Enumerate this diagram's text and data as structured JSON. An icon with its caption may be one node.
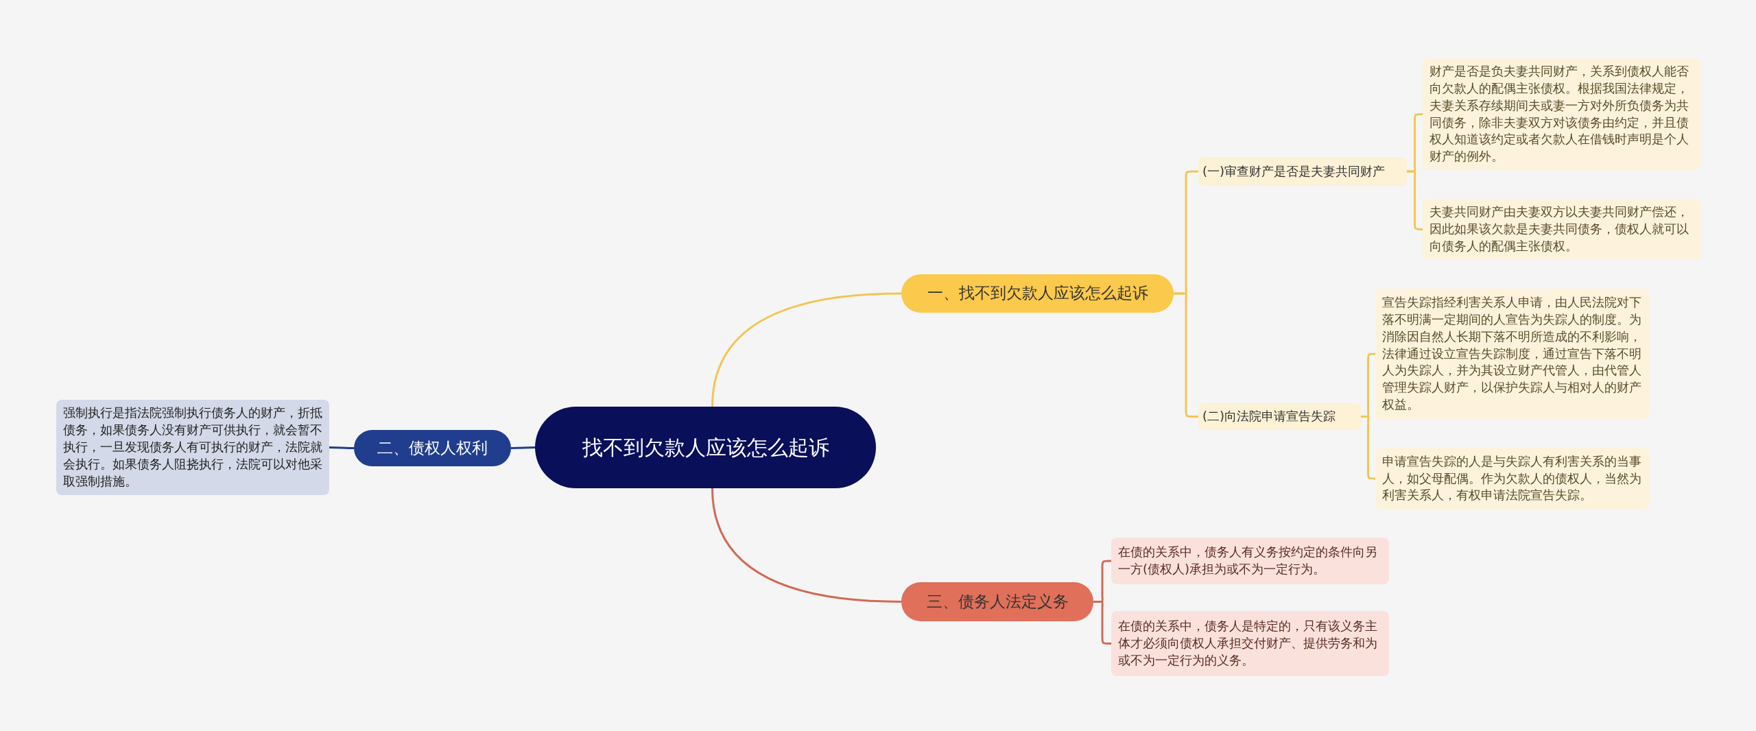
{
  "diagram": {
    "nodes": [
      {
        "text": [
          "找不到欠款人应该怎么起诉"
        ]
      },
      {
        "text": [
          "一、找不到欠款人应该怎么起诉"
        ]
      },
      {
        "text": [
          "(一)审查财产是否是夫妻共同财产"
        ]
      },
      {
        "text": [
          "财产是否是负夫妻共同财产，关系到债权人能否向欠款人的配偶主张债权。根据我国法律规定，夫妻关系存续期间夫或妻一方对外所负债务为共同债务，除非夫妻双方对该债务由约定，并且债权人知道该约定或者欠款人在借钱时声明是个人财产的例外。"
        ]
      },
      {
        "text": [
          "夫妻共同财产由夫妻双方以夫妻共同财产偿还，因此如果该欠款是夫妻共同债务，债权人就可以向债务人的配偶主张债权。"
        ]
      },
      {
        "text": [
          "(二)向法院申请宣告失踪"
        ]
      },
      {
        "text": [
          "宣告失踪指经利害关系人申请，由人民法院对下落不明满一定期间的人宣告为失踪人的制度。为消除因自然人长期下落不明所造成的不利影响，法律通过设立宣告失踪制度，通过宣告下落不明人为失踪人，并为其设立财产代管人，由代管人管理失踪人财产，以保护失踪人与相对人的财产权益。"
        ]
      },
      {
        "text": [
          "申请宣告失踪的人是与失踪人有利害关系的当事人，如父母配偶。作为欠款人的债权人，当然为利害关系人，有权申请法院宣告失踪。"
        ]
      },
      {
        "text": [
          "二、债权人权利"
        ]
      },
      {
        "text": [
          "强制执行是指法院强制执行债务人的财产，折抵债务，如果债务人没有财产可供执行，就会暂不执行，一旦发现债务人有可执行的财产，法院就会执行。如果债务人阻挠执行，法院可以对他采取强制措施。"
        ]
      },
      {
        "text": [
          "三、债务人法定义务"
        ]
      },
      {
        "text": [
          "在债的关系中，债务人有义务按约定的条件向另一方(债权人)承担为或不为一定行为。"
        ]
      },
      {
        "text": [
          "在债的关系中，债务人是特定的，只有该义务主体才必须向债权人承担交付财产、提供劳务和为或不为一定行为的义务。"
        ]
      }
    ],
    "edges": [
      {
        "from": 0,
        "to": 1,
        "arrow": "none",
        "color": "#f2c552"
      },
      {
        "from": 1,
        "to": 2,
        "arrow": "none",
        "color": "#f2c552"
      },
      {
        "from": 2,
        "to": 3,
        "arrow": "none",
        "color": "#f2c552"
      },
      {
        "from": 2,
        "to": 4,
        "arrow": "none",
        "color": "#f2c552"
      },
      {
        "from": 1,
        "to": 5,
        "arrow": "none",
        "color": "#f2c552"
      },
      {
        "from": 5,
        "to": 6,
        "arrow": "none",
        "color": "#f2c552"
      },
      {
        "from": 5,
        "to": 7,
        "arrow": "none",
        "color": "#f2c552"
      },
      {
        "from": 0,
        "to": 8,
        "arrow": "none",
        "color": "#213e8e"
      },
      {
        "from": 8,
        "to": 9,
        "arrow": "none",
        "color": "#213e8e"
      },
      {
        "from": 0,
        "to": 10,
        "arrow": "none",
        "color": "#d06a55"
      },
      {
        "from": 10,
        "to": 11,
        "arrow": "none",
        "color": "#d06a55"
      },
      {
        "from": 10,
        "to": 12,
        "arrow": "none",
        "color": "#d06a55"
      }
    ]
  }
}
